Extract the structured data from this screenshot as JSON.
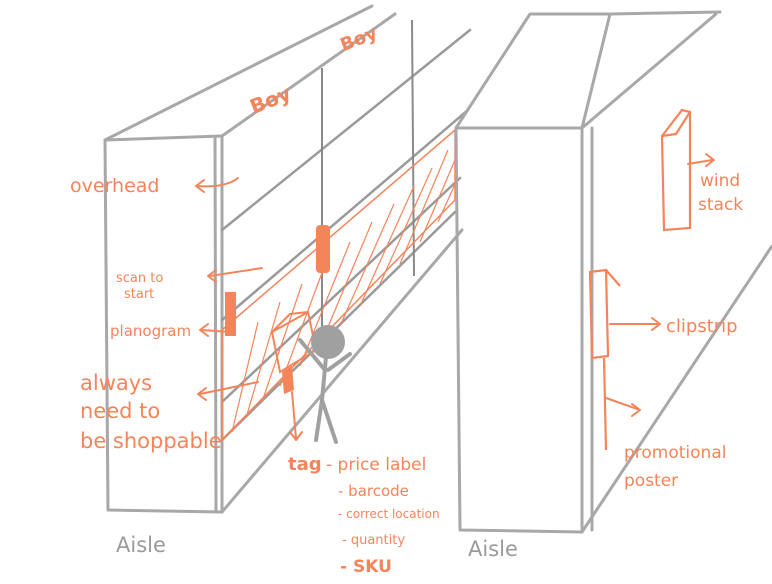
{
  "colors": {
    "annotation": "#f4845a",
    "sketch": "#a8a8a8",
    "sketch_dark": "#8a8a8a",
    "figure": "#a0a0a0",
    "background": "#ffffff"
  },
  "labels": {
    "boy_1": "Boy",
    "boy_2": "Boy",
    "overhead": "overhead",
    "scan_to_start_1": "scan to",
    "scan_to_start_2": "start",
    "planogram": "planogram",
    "always_1": "always",
    "always_2": "need to",
    "always_3": "be shoppable",
    "tag": "tag",
    "price_label": "- price label",
    "barcode": "- barcode",
    "correct_location": "- correct location",
    "quantity": "- quantity",
    "sku": "- SKU",
    "wind_1": "wind",
    "wind_2": "stack",
    "clipstrip": "clipstrip",
    "promotional_1": "promotional",
    "promotional_2": "poster",
    "aisle_left": "Aisle",
    "aisle_right": "Aisle"
  }
}
